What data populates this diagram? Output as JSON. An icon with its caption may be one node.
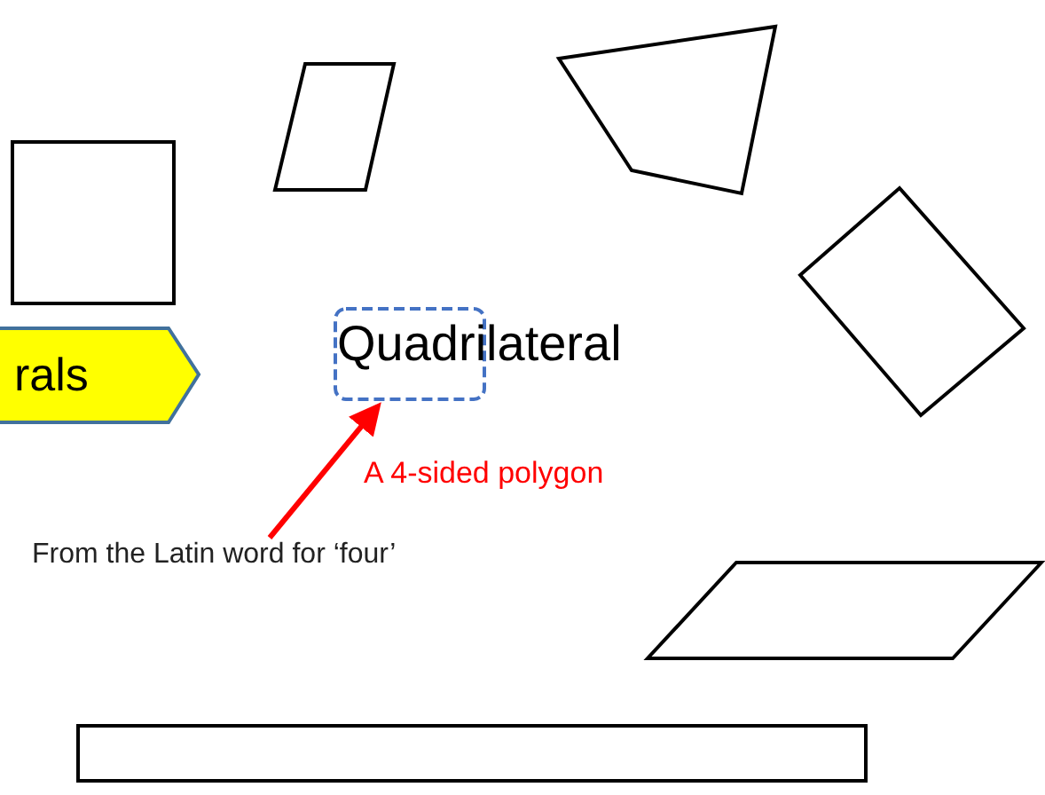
{
  "diagram": {
    "nodes": [
      {
        "text": [
          "rals"
        ]
      },
      {
        "text": [],
        "shape": "box"
      },
      {
        "text": [],
        "shape": "parallelogram"
      },
      {
        "text": [],
        "shape": "quadrilateral"
      },
      {
        "text": [],
        "shape": "box"
      },
      {
        "text": [],
        "shape": "box"
      },
      {
        "text": [
          "From the Latin word for ‘four’"
        ]
      },
      {
        "text": [],
        "shape": "parallelogram"
      },
      {
        "text": [],
        "shape": "bar"
      }
    ],
    "edges": [
      {
        "from": 6,
        "to": 5,
        "arrow": "to",
        "color": "#ff0000"
      }
    ],
    "labels": [
      "Quadrilateral",
      "A 4-sided polygon"
    ]
  }
}
